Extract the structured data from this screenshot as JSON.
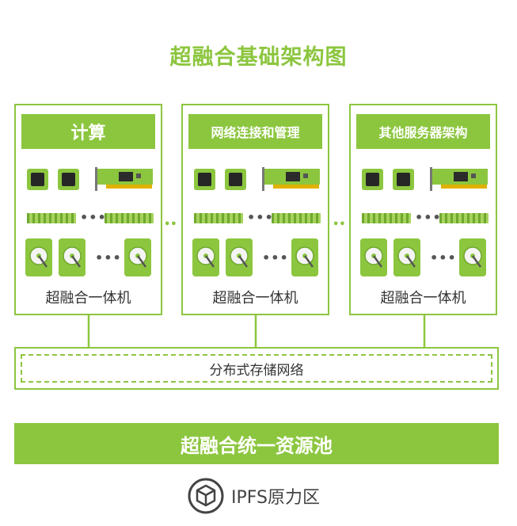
{
  "title": "超融合基础架构图",
  "nodes": [
    {
      "header": "计算",
      "label": "超融合一体机"
    },
    {
      "header": "网络连接和管理",
      "label": "超融合一体机"
    },
    {
      "header": "其他服务器架构",
      "label": "超融合一体机"
    }
  ],
  "ellipsis": "•••",
  "between_nodes": "••",
  "network_label": "分布式存储网络",
  "pool_label": "超融合统一资源池",
  "brand_text": "IPFS原力区",
  "colors": {
    "accent": "#8cc63f",
    "chip_core": "#262626",
    "text": "#333333"
  },
  "icons": [
    "chip-icon",
    "network-card-icon",
    "ram-module-icon",
    "hard-disk-icon",
    "cube-logo-icon"
  ]
}
